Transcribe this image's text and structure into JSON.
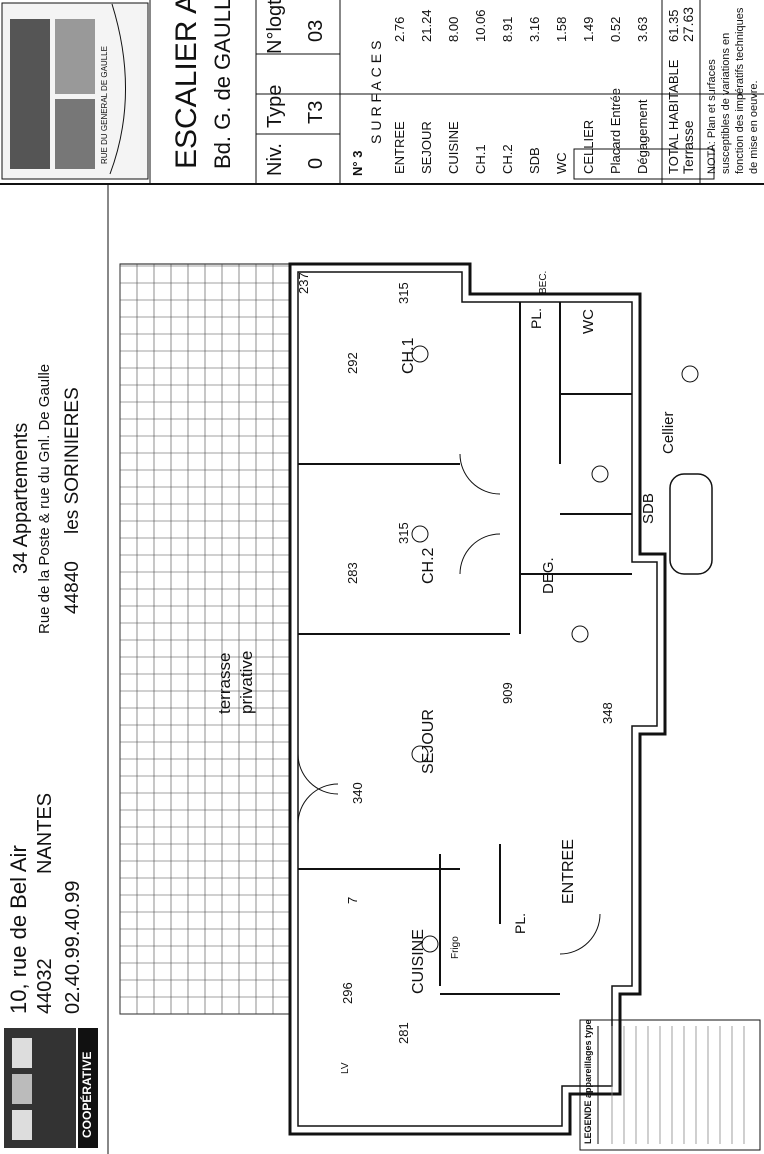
{
  "header": {
    "address_line1": "10, rue de Bel Air",
    "city_postcode": "44032",
    "city_name": "NANTES",
    "phone": "02.40.99.40.99",
    "project_count": "34 Appartements",
    "project_streets": "Rue de la Poste & rue du Gnl. De Gaulle",
    "project_postcode": "44840",
    "project_city": "les SORINIERES",
    "logo_label": "COOPÉRATIVE"
  },
  "info_box": {
    "escalier": "ESCALIER A",
    "street": "Bd. G. de GAULLE",
    "headers": [
      "Niv.",
      "Type",
      "N°logt."
    ],
    "values": [
      "0",
      "T3",
      "03"
    ],
    "lot_no": "N° 3",
    "surfaces_title": "SURFACES",
    "rows": [
      {
        "label": "ENTREE",
        "value": "2.76"
      },
      {
        "label": "SEJOUR",
        "value": "21.24"
      },
      {
        "label": "CUISINE",
        "value": "8.00"
      },
      {
        "label": "CH.1",
        "value": "10.06"
      },
      {
        "label": "CH.2",
        "value": "8.91"
      },
      {
        "label": "SDB",
        "value": "3.16"
      },
      {
        "label": "WC",
        "value": "1.58"
      },
      {
        "label": "CELLIER",
        "value": "1.49"
      },
      {
        "label": "Placard Entrée",
        "value": "0.52"
      },
      {
        "label": "Dégagement",
        "value": "3.63"
      }
    ],
    "total_label": "TOTAL HABITABLE",
    "total_value": "61.35",
    "terrasse_label": "Terrasse",
    "terrasse_value": "27.63",
    "note": [
      "NOTA: Plan et surfaces",
      "susceptibles de variations en",
      "fonction des impératifs techniques",
      "de mise en oeuvre."
    ],
    "map_street": "RUE DU GENERAL DE GAULLE"
  },
  "rooms": {
    "terrasse": [
      "terrasse",
      "privative"
    ],
    "sejour": "SEJOUR",
    "ch1": "CH.1",
    "ch2": "CH.2",
    "cuisine": "CUISINE",
    "entree": "ENTREE",
    "deg": "DEG.",
    "sdb": "SDB",
    "cellier": "Cellier",
    "wc": "WC",
    "pl1": "PL.",
    "pl2": "PL.",
    "bec": "BEC.",
    "frigo": "Frigo",
    "lv": "LV"
  },
  "dimensions": {
    "d237": "237",
    "d315a": "315",
    "d315b": "315",
    "d292": "292",
    "d283": "283",
    "d909": "909",
    "d348": "348",
    "d340": "340",
    "d7": "7",
    "d296": "296",
    "d281": "281"
  },
  "legend": {
    "title": "LEGENDE appareillages type"
  }
}
